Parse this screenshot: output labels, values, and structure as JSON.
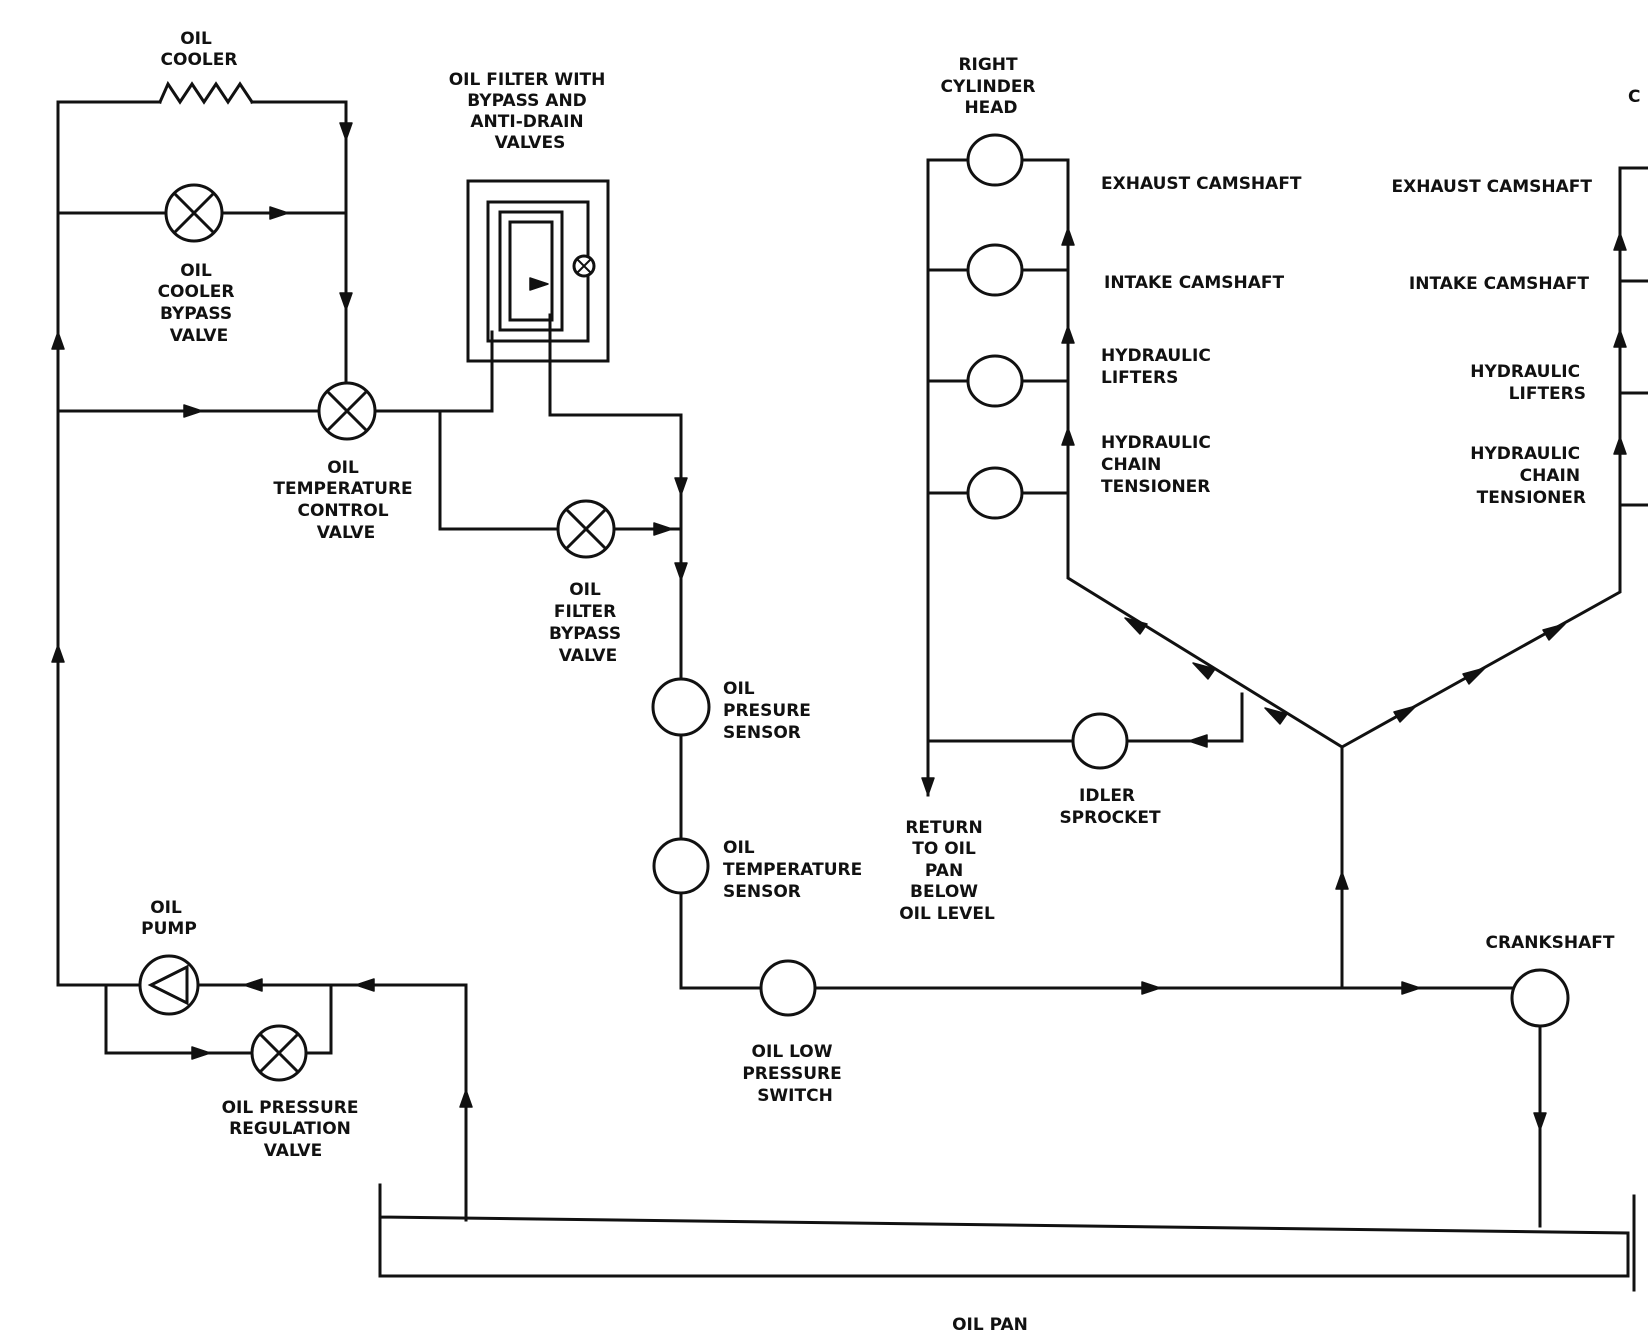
{
  "labels": {
    "oil_cooler": [
      "OIL",
      "COOLER"
    ],
    "oil_cooler_bypass_valve": [
      "OIL",
      "COOLER",
      "BYPASS",
      "VALVE"
    ],
    "oil_temperature_control_valve": [
      "OIL",
      "TEMPERATURE",
      "CONTROL",
      "VALVE"
    ],
    "oil_filter": [
      "OIL FILTER WITH",
      "BYPASS AND",
      "ANTI-DRAIN",
      "VALVES"
    ],
    "oil_filter_bypass_valve": [
      "OIL",
      "FILTER",
      "BYPASS",
      "VALVE"
    ],
    "oil_presure_sensor": [
      "OIL",
      "PRESURE",
      "SENSOR"
    ],
    "oil_temperature_sensor": [
      "OIL",
      "TEMPERATURE",
      "SENSOR"
    ],
    "oil_low_pressure_switch": [
      "OIL LOW",
      "PRESSURE",
      "SWITCH"
    ],
    "oil_pump": [
      "OIL",
      "PUMP"
    ],
    "oil_pressure_regulation_valve": [
      "OIL PRESSURE",
      "REGULATION",
      "VALVE"
    ],
    "right_cylinder_head": [
      "RIGHT",
      "CYLINDER",
      "HEAD"
    ],
    "left_cylinder_head_partial": "C",
    "right_exhaust_camshaft": "EXHAUST CAMSHAFT",
    "right_intake_camshaft": "INTAKE CAMSHAFT",
    "right_hydraulic_lifters": [
      "HYDRAULIC",
      "LIFTERS"
    ],
    "right_hydraulic_chain_tensioner": [
      "HYDRAULIC",
      "CHAIN",
      "TENSIONER"
    ],
    "left_exhaust_camshaft": "EXHAUST CAMSHAFT",
    "left_intake_camshaft": "INTAKE CAMSHAFT",
    "left_hydraulic_lifters": [
      "HYDRAULIC",
      "LIFTERS"
    ],
    "left_hydraulic_chain_tensioner": [
      "HYDRAULIC",
      "CHAIN",
      "TENSIONER"
    ],
    "idler_sprocket": [
      "IDLER",
      "SPROCKET"
    ],
    "return_to_oil_pan": [
      "RETURN",
      "TO OIL",
      "PAN",
      "BELOW",
      "OIL LEVEL"
    ],
    "crankshaft": "CRANKSHAFT",
    "oil_pan": "OIL PAN"
  },
  "colors": {
    "ink": "#111111",
    "paper": "#ffffff"
  }
}
